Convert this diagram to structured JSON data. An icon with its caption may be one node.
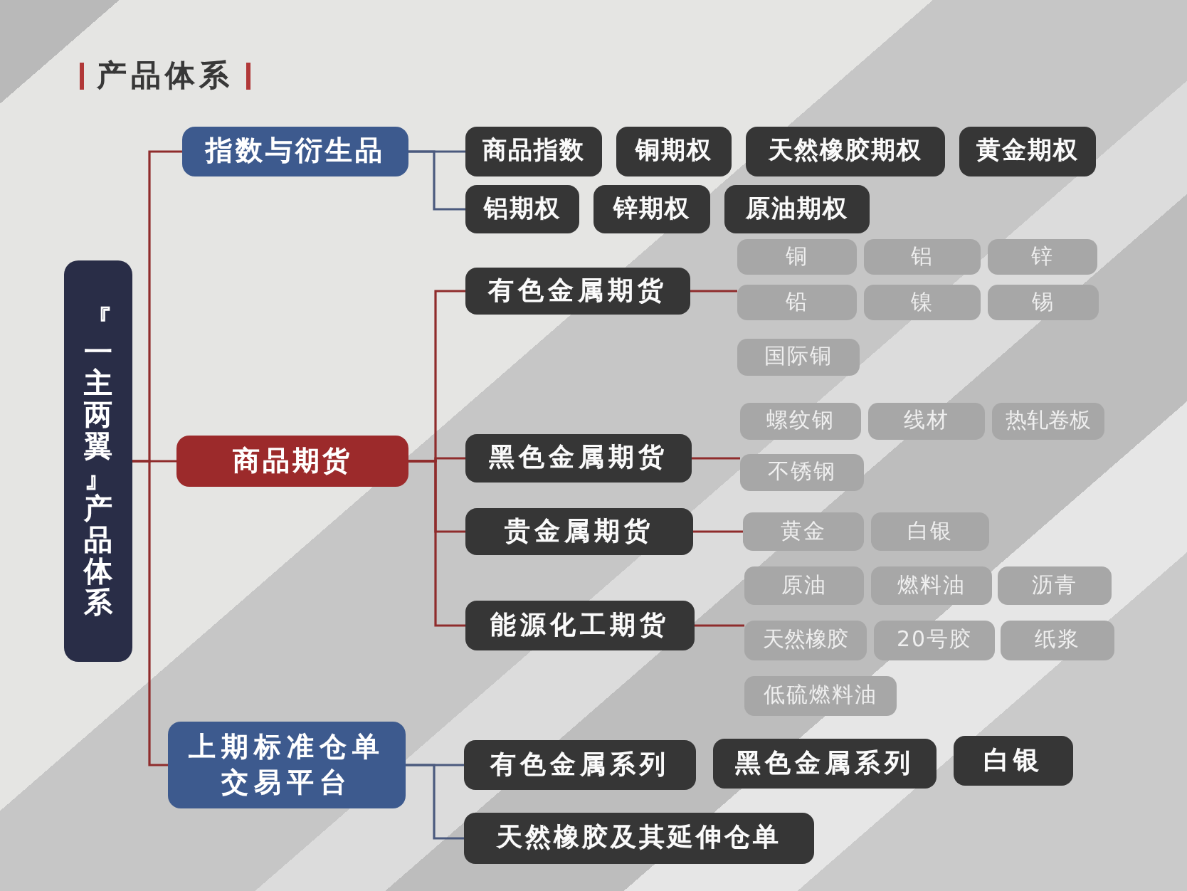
{
  "diagram": {
    "title": "产品体系",
    "nodes": [
      {
        "text": [
          "『一主两翼』产品体系"
        ]
      },
      {
        "text": [
          "指数与衍生品"
        ]
      },
      {
        "text": [
          "商品指数"
        ]
      },
      {
        "text": [
          "铜期权"
        ]
      },
      {
        "text": [
          "天然橡胶期权"
        ]
      },
      {
        "text": [
          "黄金期权"
        ]
      },
      {
        "text": [
          "铝期权"
        ]
      },
      {
        "text": [
          "锌期权"
        ]
      },
      {
        "text": [
          "原油期权"
        ]
      },
      {
        "text": [
          "商品期货"
        ]
      },
      {
        "text": [
          "有色金属期货"
        ]
      },
      {
        "text": [
          "铜"
        ]
      },
      {
        "text": [
          "铝"
        ]
      },
      {
        "text": [
          "锌"
        ]
      },
      {
        "text": [
          "铅"
        ]
      },
      {
        "text": [
          "镍"
        ]
      },
      {
        "text": [
          "锡"
        ]
      },
      {
        "text": [
          "国际铜"
        ]
      },
      {
        "text": [
          "黑色金属期货"
        ]
      },
      {
        "text": [
          "螺纹钢"
        ]
      },
      {
        "text": [
          "线材"
        ]
      },
      {
        "text": [
          "热轧卷板"
        ]
      },
      {
        "text": [
          "不锈钢"
        ]
      },
      {
        "text": [
          "贵金属期货"
        ]
      },
      {
        "text": [
          "黄金"
        ]
      },
      {
        "text": [
          "白银"
        ]
      },
      {
        "text": [
          "能源化工期货"
        ]
      },
      {
        "text": [
          "原油"
        ]
      },
      {
        "text": [
          "燃料油"
        ]
      },
      {
        "text": [
          "沥青"
        ]
      },
      {
        "text": [
          "天然橡胶"
        ]
      },
      {
        "text": [
          "20号胶"
        ]
      },
      {
        "text": [
          "纸浆"
        ]
      },
      {
        "text": [
          "低硫燃料油"
        ]
      },
      {
        "text": [
          "上期标准仓单交易平台"
        ]
      },
      {
        "text": [
          "有色金属系列"
        ]
      },
      {
        "text": [
          "黑色金属系列"
        ]
      },
      {
        "text": [
          "白银"
        ]
      },
      {
        "text": [
          "天然橡胶及其延伸仓单"
        ]
      }
    ],
    "edges": [
      {
        "from": 0,
        "to": 1,
        "arrow": "none"
      },
      {
        "from": 0,
        "to": 9,
        "arrow": "none"
      },
      {
        "from": 0,
        "to": 34,
        "arrow": "none"
      },
      {
        "from": 1,
        "to": 2,
        "arrow": "none",
        "color": "#4b5a7e"
      },
      {
        "from": 1,
        "to": 6,
        "arrow": "none",
        "color": "#4b5a7e"
      },
      {
        "from": 9,
        "to": 10,
        "arrow": "none"
      },
      {
        "from": 9,
        "to": 18,
        "arrow": "none"
      },
      {
        "from": 9,
        "to": 23,
        "arrow": "none"
      },
      {
        "from": 9,
        "to": 26,
        "arrow": "none"
      },
      {
        "from": 10,
        "to": 14,
        "arrow": "none"
      },
      {
        "from": 18,
        "to": 22,
        "arrow": "none"
      },
      {
        "from": 23,
        "to": 24,
        "arrow": "none"
      },
      {
        "from": 26,
        "to": 30,
        "arrow": "none"
      },
      {
        "from": 34,
        "to": 35,
        "arrow": "none",
        "color": "#4b5a7e"
      },
      {
        "from": 34,
        "to": 38,
        "arrow": "none",
        "color": "#4b5a7e"
      }
    ]
  }
}
